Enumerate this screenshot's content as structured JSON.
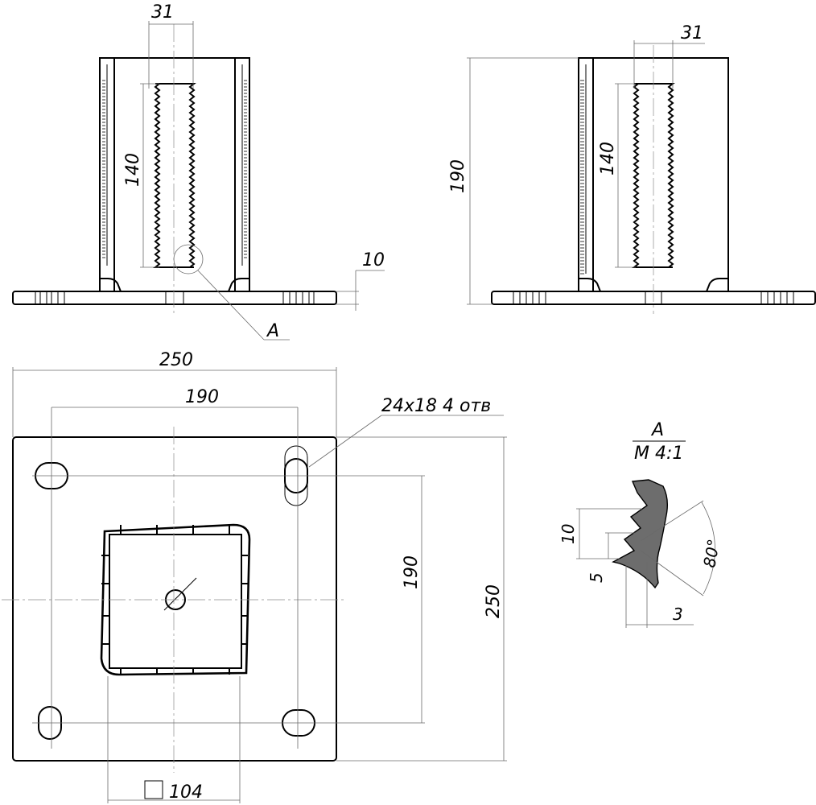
{
  "views": {
    "front": {
      "dim_slot_width": "31",
      "dim_slot_length": "140",
      "dim_plate_thickness": "10",
      "detail_callout": "A"
    },
    "side": {
      "dim_height": "190",
      "dim_slot_width": "31",
      "dim_slot_length": "140"
    },
    "plan": {
      "dim_plate_width": "250",
      "dim_hole_spacing_x": "190",
      "dim_hole_spacing_y": "190",
      "dim_plate_height": "250",
      "holes_note": "24x18 4 отв",
      "tube_square_dim": "104",
      "tube_square_symbol": "square-icon"
    },
    "detail": {
      "label": "A",
      "scale": "M 4:1",
      "dim_step": "10",
      "dim_tooth": "5",
      "dim_depth": "3",
      "dim_angle": "80°"
    }
  }
}
